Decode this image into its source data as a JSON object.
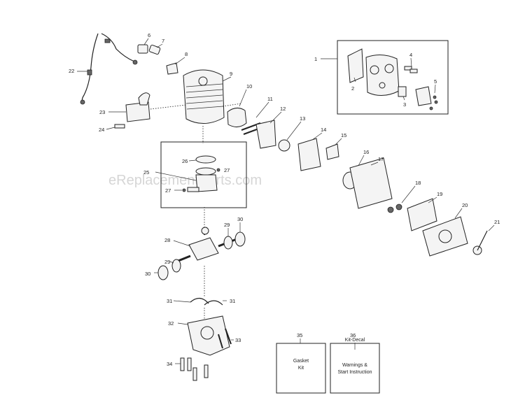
{
  "watermark": "eReplacementParts.com",
  "callouts": [
    "1",
    "2",
    "3",
    "4",
    "5",
    "6",
    "7",
    "8",
    "9",
    "10",
    "11",
    "12",
    "13",
    "14",
    "15",
    "16",
    "17",
    "18",
    "19",
    "20",
    "21",
    "22",
    "23",
    "24",
    "25",
    "26",
    "27",
    "27",
    "28",
    "29",
    "29",
    "30",
    "30",
    "31",
    "31",
    "32",
    "33",
    "34"
  ],
  "kits": [
    {
      "number": "35",
      "lines": [
        "Gasket",
        "Kit"
      ]
    },
    {
      "number": "36",
      "header": "Kit-Decal",
      "lines": [
        "Warnings &",
        "Start Instruction"
      ]
    }
  ]
}
